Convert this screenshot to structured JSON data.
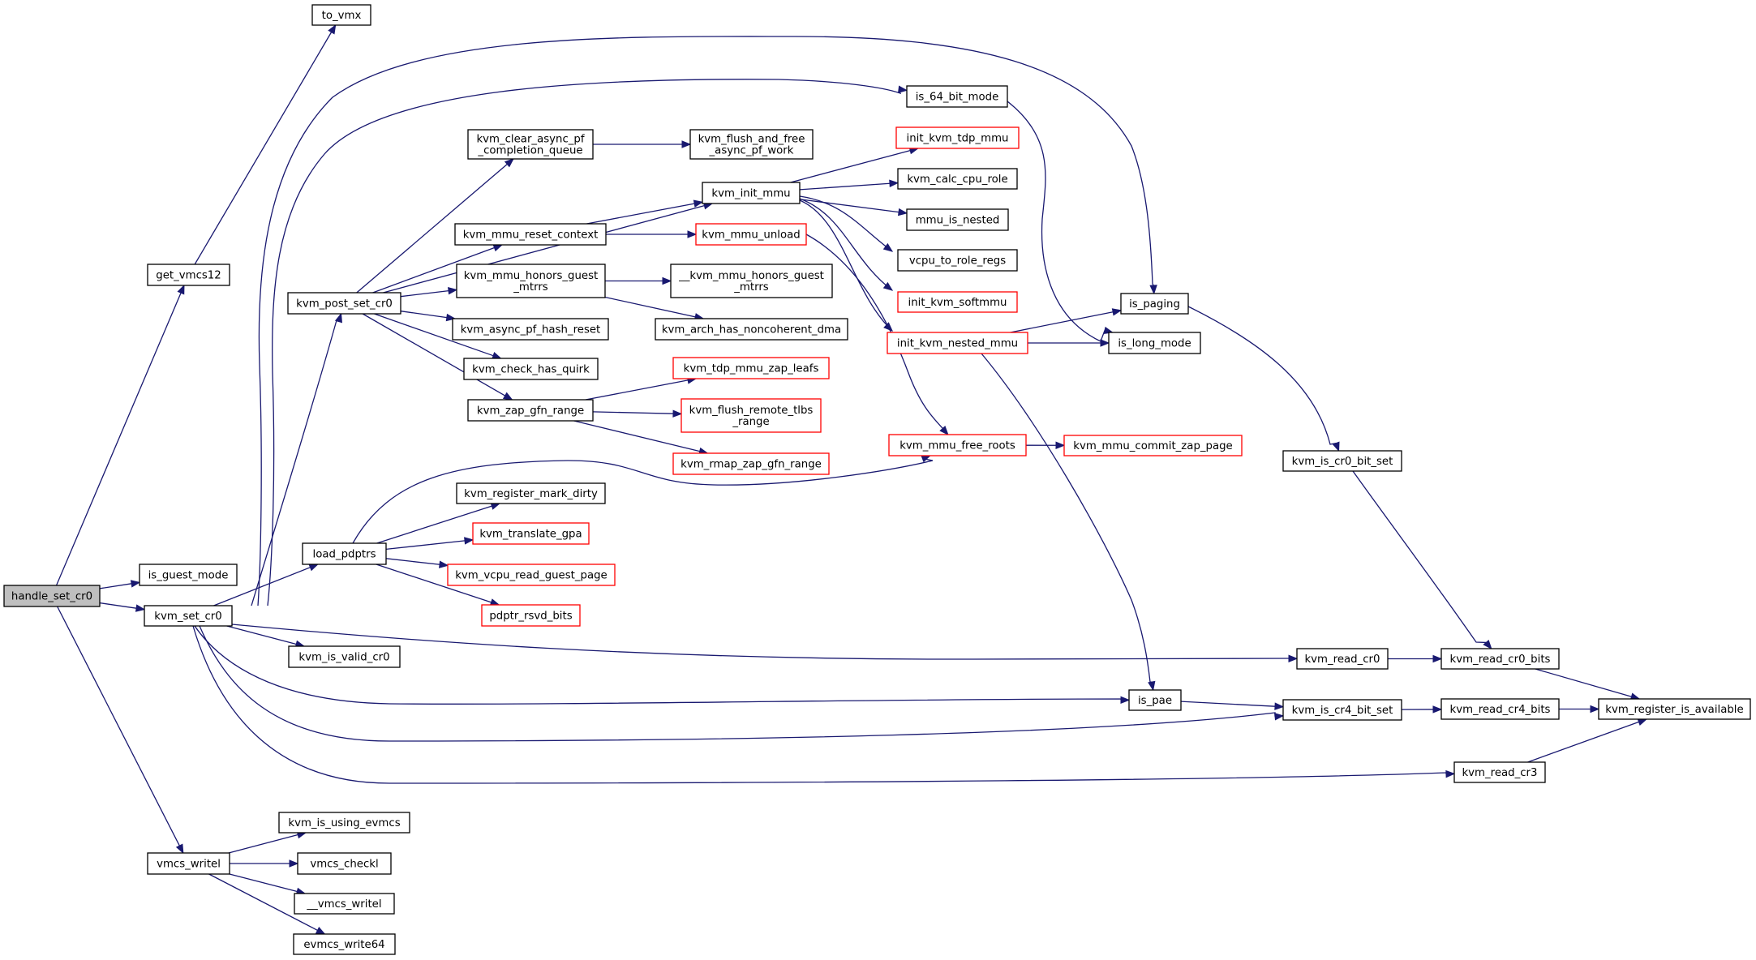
{
  "nodes": [
    {
      "id": "handle_set_cr0",
      "lines": [
        "handle_set_cr0"
      ],
      "kind": "root"
    },
    {
      "id": "get_vmcs12",
      "lines": [
        "get_vmcs12"
      ],
      "kind": "normal"
    },
    {
      "id": "to_vmx",
      "lines": [
        "to_vmx"
      ],
      "kind": "normal"
    },
    {
      "id": "is_guest_mode",
      "lines": [
        "is_guest_mode"
      ],
      "kind": "normal"
    },
    {
      "id": "kvm_set_cr0",
      "lines": [
        "kvm_set_cr0"
      ],
      "kind": "normal"
    },
    {
      "id": "vmcs_writel",
      "lines": [
        "vmcs_writel"
      ],
      "kind": "normal"
    },
    {
      "id": "kvm_post_set_cr0",
      "lines": [
        "kvm_post_set_cr0"
      ],
      "kind": "normal"
    },
    {
      "id": "load_pdptrs",
      "lines": [
        "load_pdptrs"
      ],
      "kind": "normal"
    },
    {
      "id": "kvm_is_valid_cr0",
      "lines": [
        "kvm_is_valid_cr0"
      ],
      "kind": "normal"
    },
    {
      "id": "kvm_is_using_evmcs",
      "lines": [
        "kvm_is_using_evmcs"
      ],
      "kind": "normal"
    },
    {
      "id": "vmcs_checkl",
      "lines": [
        "vmcs_checkl"
      ],
      "kind": "normal"
    },
    {
      "id": "__vmcs_writel",
      "lines": [
        "__vmcs_writel"
      ],
      "kind": "normal"
    },
    {
      "id": "evmcs_write64",
      "lines": [
        "evmcs_write64"
      ],
      "kind": "normal"
    },
    {
      "id": "kvm_clear_async_pf_completion_queue",
      "lines": [
        "kvm_clear_async_pf",
        "_completion_queue"
      ],
      "kind": "normal"
    },
    {
      "id": "kvm_mmu_reset_context",
      "lines": [
        "kvm_mmu_reset_context"
      ],
      "kind": "normal"
    },
    {
      "id": "kvm_mmu_honors_guest_mtrrs",
      "lines": [
        "kvm_mmu_honors_guest",
        "_mtrrs"
      ],
      "kind": "normal"
    },
    {
      "id": "kvm_async_pf_hash_reset",
      "lines": [
        "kvm_async_pf_hash_reset"
      ],
      "kind": "normal"
    },
    {
      "id": "kvm_check_has_quirk",
      "lines": [
        "kvm_check_has_quirk"
      ],
      "kind": "normal"
    },
    {
      "id": "kvm_zap_gfn_range",
      "lines": [
        "kvm_zap_gfn_range"
      ],
      "kind": "normal"
    },
    {
      "id": "kvm_register_mark_dirty",
      "lines": [
        "kvm_register_mark_dirty"
      ],
      "kind": "normal"
    },
    {
      "id": "kvm_translate_gpa",
      "lines": [
        "kvm_translate_gpa"
      ],
      "kind": "red"
    },
    {
      "id": "kvm_vcpu_read_guest_page",
      "lines": [
        "kvm_vcpu_read_guest_page"
      ],
      "kind": "red"
    },
    {
      "id": "pdptr_rsvd_bits",
      "lines": [
        "pdptr_rsvd_bits"
      ],
      "kind": "red"
    },
    {
      "id": "kvm_flush_and_free_async_pf_work",
      "lines": [
        "kvm_flush_and_free",
        "_async_pf_work"
      ],
      "kind": "normal"
    },
    {
      "id": "kvm_init_mmu",
      "lines": [
        "kvm_init_mmu"
      ],
      "kind": "normal"
    },
    {
      "id": "kvm_mmu_unload",
      "lines": [
        "kvm_mmu_unload"
      ],
      "kind": "red"
    },
    {
      "id": "__kvm_mmu_honors_guest_mtrrs",
      "lines": [
        "__kvm_mmu_honors_guest",
        "_mtrrs"
      ],
      "kind": "normal"
    },
    {
      "id": "kvm_arch_has_noncoherent_dma",
      "lines": [
        "kvm_arch_has_noncoherent_dma"
      ],
      "kind": "normal"
    },
    {
      "id": "kvm_tdp_mmu_zap_leafs",
      "lines": [
        "kvm_tdp_mmu_zap_leafs"
      ],
      "kind": "red"
    },
    {
      "id": "kvm_flush_remote_tlbs_range",
      "lines": [
        "kvm_flush_remote_tlbs",
        "_range"
      ],
      "kind": "red"
    },
    {
      "id": "kvm_rmap_zap_gfn_range",
      "lines": [
        "kvm_rmap_zap_gfn_range"
      ],
      "kind": "red"
    },
    {
      "id": "is_64_bit_mode",
      "lines": [
        "is_64_bit_mode"
      ],
      "kind": "normal"
    },
    {
      "id": "init_kvm_tdp_mmu",
      "lines": [
        "init_kvm_tdp_mmu"
      ],
      "kind": "red"
    },
    {
      "id": "kvm_calc_cpu_role",
      "lines": [
        "kvm_calc_cpu_role"
      ],
      "kind": "normal"
    },
    {
      "id": "mmu_is_nested",
      "lines": [
        "mmu_is_nested"
      ],
      "kind": "normal"
    },
    {
      "id": "vcpu_to_role_regs",
      "lines": [
        "vcpu_to_role_regs"
      ],
      "kind": "normal"
    },
    {
      "id": "init_kvm_softmmu",
      "lines": [
        "init_kvm_softmmu"
      ],
      "kind": "red"
    },
    {
      "id": "init_kvm_nested_mmu",
      "lines": [
        "init_kvm_nested_mmu"
      ],
      "kind": "red"
    },
    {
      "id": "kvm_mmu_free_roots",
      "lines": [
        "kvm_mmu_free_roots"
      ],
      "kind": "red"
    },
    {
      "id": "kvm_mmu_commit_zap_page",
      "lines": [
        "kvm_mmu_commit_zap_page"
      ],
      "kind": "red"
    },
    {
      "id": "is_paging",
      "lines": [
        "is_paging"
      ],
      "kind": "normal"
    },
    {
      "id": "is_long_mode",
      "lines": [
        "is_long_mode"
      ],
      "kind": "normal"
    },
    {
      "id": "is_pae",
      "lines": [
        "is_pae"
      ],
      "kind": "normal"
    },
    {
      "id": "kvm_is_cr0_bit_set",
      "lines": [
        "kvm_is_cr0_bit_set"
      ],
      "kind": "normal"
    },
    {
      "id": "kvm_read_cr0",
      "lines": [
        "kvm_read_cr0"
      ],
      "kind": "normal"
    },
    {
      "id": "kvm_read_cr0_bits",
      "lines": [
        "kvm_read_cr0_bits"
      ],
      "kind": "normal"
    },
    {
      "id": "kvm_is_cr4_bit_set",
      "lines": [
        "kvm_is_cr4_bit_set"
      ],
      "kind": "normal"
    },
    {
      "id": "kvm_read_cr4_bits",
      "lines": [
        "kvm_read_cr4_bits"
      ],
      "kind": "normal"
    },
    {
      "id": "kvm_register_is_available",
      "lines": [
        "kvm_register_is_available"
      ],
      "kind": "normal"
    },
    {
      "id": "kvm_read_cr3",
      "lines": [
        "kvm_read_cr3"
      ],
      "kind": "normal"
    }
  ],
  "edges": [
    [
      "handle_set_cr0",
      "get_vmcs12"
    ],
    [
      "handle_set_cr0",
      "is_guest_mode"
    ],
    [
      "handle_set_cr0",
      "kvm_set_cr0"
    ],
    [
      "handle_set_cr0",
      "vmcs_writel"
    ],
    [
      "get_vmcs12",
      "to_vmx"
    ],
    [
      "kvm_set_cr0",
      "kvm_post_set_cr0"
    ],
    [
      "kvm_set_cr0",
      "is_64_bit_mode"
    ],
    [
      "kvm_set_cr0",
      "is_paging"
    ],
    [
      "kvm_set_cr0",
      "load_pdptrs"
    ],
    [
      "kvm_set_cr0",
      "kvm_is_valid_cr0"
    ],
    [
      "kvm_set_cr0",
      "kvm_read_cr0"
    ],
    [
      "kvm_set_cr0",
      "is_pae"
    ],
    [
      "kvm_set_cr0",
      "kvm_is_cr4_bit_set"
    ],
    [
      "kvm_set_cr0",
      "kvm_read_cr3"
    ],
    [
      "vmcs_writel",
      "kvm_is_using_evmcs"
    ],
    [
      "vmcs_writel",
      "vmcs_checkl"
    ],
    [
      "vmcs_writel",
      "__vmcs_writel"
    ],
    [
      "vmcs_writel",
      "evmcs_write64"
    ],
    [
      "kvm_post_set_cr0",
      "kvm_clear_async_pf_completion_queue"
    ],
    [
      "kvm_post_set_cr0",
      "kvm_init_mmu"
    ],
    [
      "kvm_post_set_cr0",
      "kvm_mmu_reset_context"
    ],
    [
      "kvm_post_set_cr0",
      "kvm_mmu_honors_guest_mtrrs"
    ],
    [
      "kvm_post_set_cr0",
      "kvm_async_pf_hash_reset"
    ],
    [
      "kvm_post_set_cr0",
      "kvm_check_has_quirk"
    ],
    [
      "kvm_post_set_cr0",
      "kvm_zap_gfn_range"
    ],
    [
      "kvm_clear_async_pf_completion_queue",
      "kvm_flush_and_free_async_pf_work"
    ],
    [
      "kvm_mmu_reset_context",
      "kvm_init_mmu"
    ],
    [
      "kvm_mmu_reset_context",
      "kvm_mmu_unload"
    ],
    [
      "kvm_mmu_honors_guest_mtrrs",
      "__kvm_mmu_honors_guest_mtrrs"
    ],
    [
      "kvm_mmu_honors_guest_mtrrs",
      "kvm_arch_has_noncoherent_dma"
    ],
    [
      "kvm_zap_gfn_range",
      "kvm_tdp_mmu_zap_leafs"
    ],
    [
      "kvm_zap_gfn_range",
      "kvm_flush_remote_tlbs_range"
    ],
    [
      "kvm_zap_gfn_range",
      "kvm_rmap_zap_gfn_range"
    ],
    [
      "kvm_init_mmu",
      "init_kvm_tdp_mmu"
    ],
    [
      "kvm_init_mmu",
      "kvm_calc_cpu_role"
    ],
    [
      "kvm_init_mmu",
      "mmu_is_nested"
    ],
    [
      "kvm_init_mmu",
      "vcpu_to_role_regs"
    ],
    [
      "kvm_init_mmu",
      "init_kvm_softmmu"
    ],
    [
      "kvm_init_mmu",
      "init_kvm_nested_mmu"
    ],
    [
      "kvm_mmu_unload",
      "kvm_mmu_free_roots"
    ],
    [
      "load_pdptrs",
      "kvm_mmu_free_roots"
    ],
    [
      "load_pdptrs",
      "kvm_register_mark_dirty"
    ],
    [
      "load_pdptrs",
      "kvm_translate_gpa"
    ],
    [
      "load_pdptrs",
      "kvm_vcpu_read_guest_page"
    ],
    [
      "load_pdptrs",
      "pdptr_rsvd_bits"
    ],
    [
      "kvm_mmu_free_roots",
      "kvm_mmu_commit_zap_page"
    ],
    [
      "is_64_bit_mode",
      "is_long_mode"
    ],
    [
      "init_kvm_nested_mmu",
      "is_paging"
    ],
    [
      "init_kvm_nested_mmu",
      "is_long_mode"
    ],
    [
      "init_kvm_nested_mmu",
      "is_pae"
    ],
    [
      "is_paging",
      "kvm_is_cr0_bit_set"
    ],
    [
      "kvm_is_cr0_bit_set",
      "kvm_read_cr0_bits"
    ],
    [
      "kvm_read_cr0",
      "kvm_read_cr0_bits"
    ],
    [
      "kvm_read_cr0_bits",
      "kvm_register_is_available"
    ],
    [
      "is_pae",
      "kvm_is_cr4_bit_set"
    ],
    [
      "kvm_is_cr4_bit_set",
      "kvm_read_cr4_bits"
    ],
    [
      "kvm_read_cr4_bits",
      "kvm_register_is_available"
    ],
    [
      "kvm_read_cr3",
      "kvm_register_is_available"
    ]
  ],
  "colors": {
    "edge": "#191970",
    "node_border": "#000000",
    "node_border_external": "#ff0000",
    "root_fill": "#bfbfbf",
    "node_fill": "#ffffff"
  }
}
